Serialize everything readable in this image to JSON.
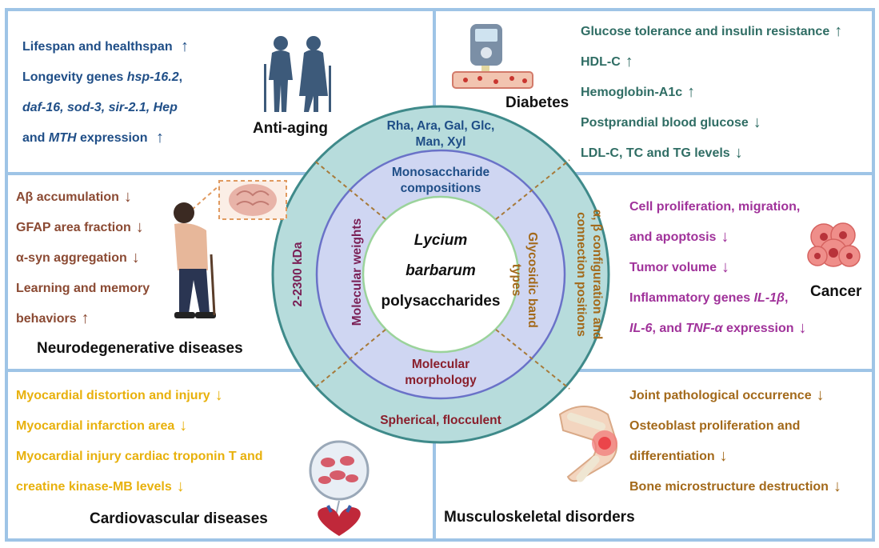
{
  "colors": {
    "frame": "#9ec4e6",
    "teal_ring": "#b7dcdc",
    "inner_ring": "#cfd6f2",
    "center": "#ffffff",
    "anti_aging": "#1f4e87",
    "diabetes": "#2f6d64",
    "neuro": "#8b4a33",
    "cancer": "#a0329a",
    "cardio": "#e8b10c",
    "musculo": "#a3691a"
  },
  "center": {
    "line1": "Lycium",
    "line2": "barbarum",
    "line3": "polysaccharides"
  },
  "inner_ring": {
    "top": "Monosaccharide compositions",
    "left": "Molecular weights",
    "right": "Glycosidic band types",
    "bottom": "Molecular morphology"
  },
  "outer_ring": {
    "top": "Rha, Ara, Gal, Glc, Man, Xyl",
    "left": "2-2300 kDa",
    "right": "α, β configuration and connection positions",
    "bottom": "Spherical, flocculent"
  },
  "panels": {
    "anti_aging": {
      "title": "Anti-aging",
      "line1": "Lifespan and healthspan",
      "line2a": "Longevity genes ",
      "line2b": "hsp-16.2",
      "line2c": ",",
      "line3a": "daf-16, sod-3, sir-2.1, Hep",
      "line4a": "and ",
      "line4b": "MTH",
      "line4c": " expression",
      "arrows": [
        "↑",
        "↑"
      ]
    },
    "diabetes": {
      "title": "Diabetes",
      "items": [
        "Glucose tolerance and insulin resistance",
        "HDL-C",
        "Hemoglobin-A1c",
        "Postprandial blood glucose",
        "LDL-C, TC and TG levels"
      ],
      "arrows": [
        "↑",
        "↑",
        "↑",
        "↓",
        "↓"
      ]
    },
    "neuro": {
      "title": "Neurodegenerative diseases",
      "items": [
        "Aβ accumulation",
        "GFAP area fraction",
        "α-syn aggregation",
        "Learning and memory",
        "behaviors"
      ],
      "arrows": [
        "↓",
        "↓",
        "↓",
        "",
        "↑"
      ]
    },
    "cancer": {
      "title": "Cancer",
      "line1": "Cell proliferation, migration,",
      "line2": "and apoptosis",
      "line3": "Tumor volume",
      "line4a": "Inflammatory genes ",
      "line4b": "IL-1β",
      "line4c": ",",
      "line5a": "IL-6",
      "line5b": ", and ",
      "line5c": "TNF-α",
      "line5d": " expression",
      "arrows": [
        "↓",
        "↓",
        "↓"
      ]
    },
    "cardio": {
      "title": "Cardiovascular diseases",
      "items": [
        "Myocardial distortion and injury",
        "Myocardial infarction area",
        "Myocardial injury cardiac troponin T and",
        "creatine kinase-MB levels"
      ],
      "arrows": [
        "↓",
        "↓",
        "",
        "↓"
      ]
    },
    "musculo": {
      "title": "Musculoskeletal disorders",
      "items": [
        "Joint pathological occurrence",
        "Osteoblast proliferation and",
        "differentiation",
        "Bone microstructure  destruction"
      ],
      "arrows": [
        "↓",
        "",
        "↓",
        "↓"
      ]
    }
  },
  "icons": [
    "elderly-couple-icon",
    "glucose-meter-icon",
    "elderly-man-brain-icon",
    "cancer-cell-icon",
    "heart-cells-icon",
    "knee-joint-icon"
  ]
}
